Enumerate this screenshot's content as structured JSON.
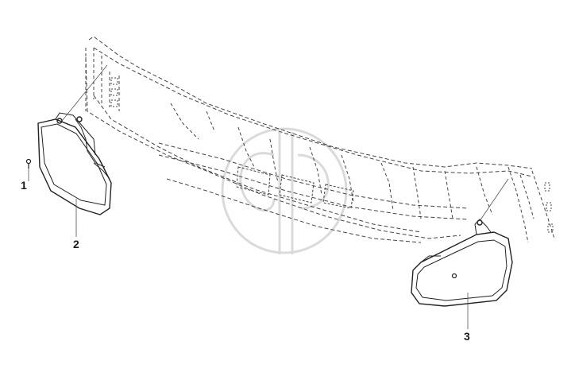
{
  "callouts": [
    {
      "id": "1",
      "label": "1"
    },
    {
      "id": "2",
      "label": "2"
    },
    {
      "id": "3",
      "label": "3"
    }
  ],
  "watermark": {
    "text": "GP"
  },
  "colors": {
    "line": "#222222",
    "dashed": "#444444",
    "watermark": "#bbbbbb",
    "leader": "#555555"
  }
}
